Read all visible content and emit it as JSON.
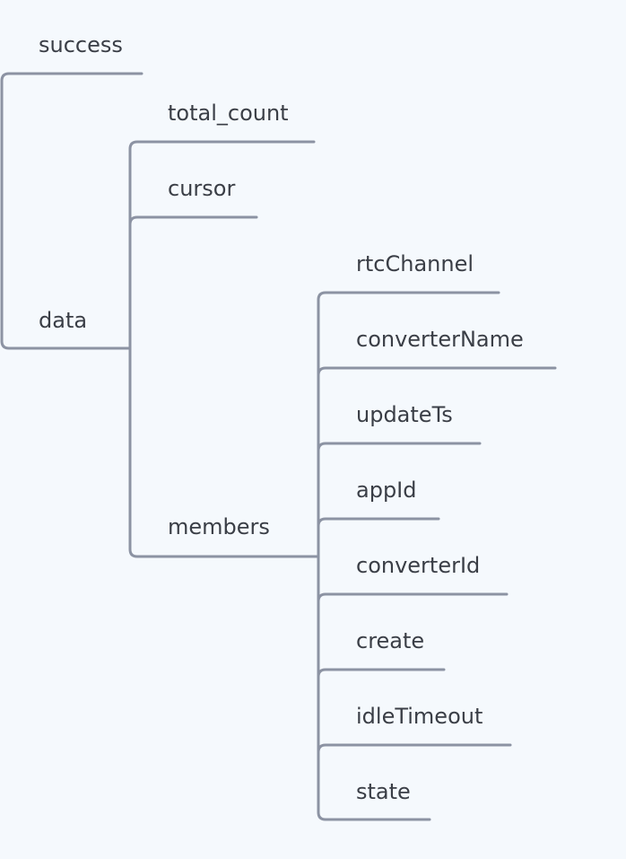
{
  "tree": {
    "success": "success",
    "data": "data",
    "total_count": "total_count",
    "cursor": "cursor",
    "members": "members",
    "rtcChannel": "rtcChannel",
    "converterName": "converterName",
    "updateTs": "updateTs",
    "appId": "appId",
    "converterId": "converterId",
    "create": "create",
    "idleTimeout": "idleTimeout",
    "state": "state"
  },
  "colors": {
    "background": "#f5f9fd",
    "connector": "#8c93a3",
    "text": "#3a3e46"
  }
}
